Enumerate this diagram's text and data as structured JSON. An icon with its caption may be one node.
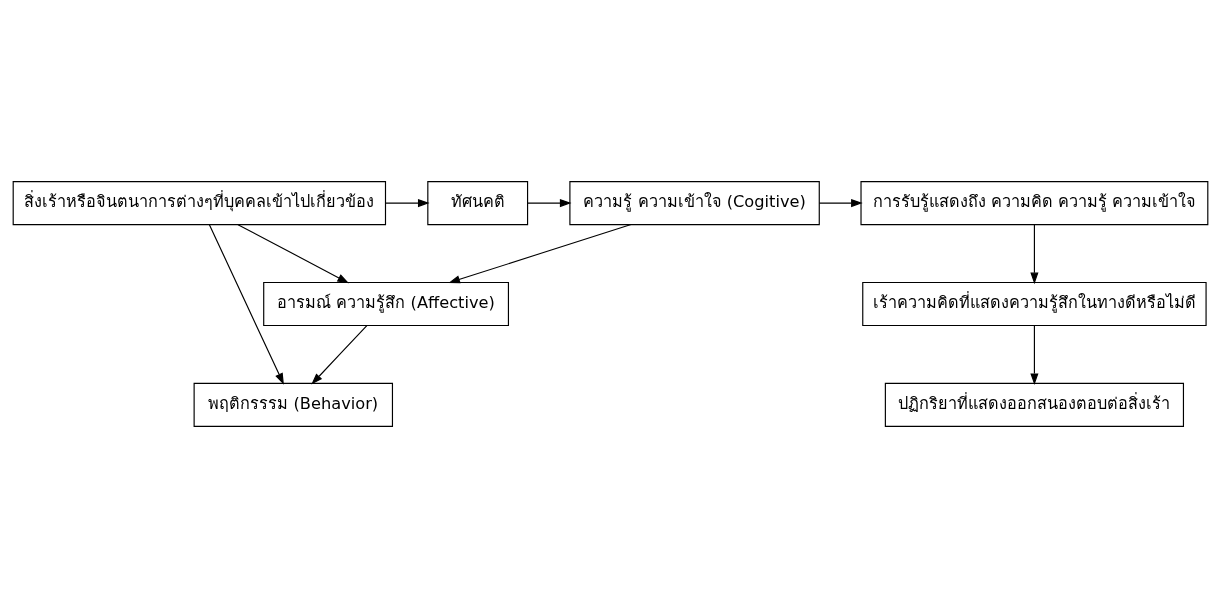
{
  "diagram": {
    "nodes": [
      {
        "text": [
          "สิ่งเร้าหรือจินตนาการต่างๆที่บุคคลเข้าไปเกี่ยวข้อง"
        ]
      },
      {
        "text": [
          "ทัศนคติ"
        ]
      },
      {
        "text": [
          "ความรู้ ความเข้าใจ (Cogitive)"
        ]
      },
      {
        "text": [
          "การรับรู้แสดงถึง ความคิด ความรู้ ความเข้าใจ"
        ]
      },
      {
        "text": [
          "อารมณ์ ความรู้สึก (Affective)"
        ]
      },
      {
        "text": [
          "เร้าความคิดที่แสดงความรู้สึกในทางดีหรือไม่ดี"
        ]
      },
      {
        "text": [
          "พฤติกรรรม (Behavior)"
        ]
      },
      {
        "text": [
          "ปฏิกริยาที่แสดงออกสนองตอบต่อสิ่งเร้า"
        ]
      }
    ],
    "edges": [
      {
        "from": 0,
        "to": 1,
        "arrow": "to"
      },
      {
        "from": 1,
        "to": 2,
        "arrow": "to"
      },
      {
        "from": 2,
        "to": 3,
        "arrow": "to"
      },
      {
        "from": 2,
        "to": 4,
        "arrow": "to"
      },
      {
        "from": 3,
        "to": 5,
        "arrow": "to"
      },
      {
        "from": 4,
        "to": 6,
        "arrow": "to"
      },
      {
        "from": 5,
        "to": 7,
        "arrow": "to"
      },
      {
        "from": 0,
        "to": 4,
        "arrow": "to"
      },
      {
        "from": 0,
        "to": 6,
        "arrow": "to"
      }
    ]
  }
}
